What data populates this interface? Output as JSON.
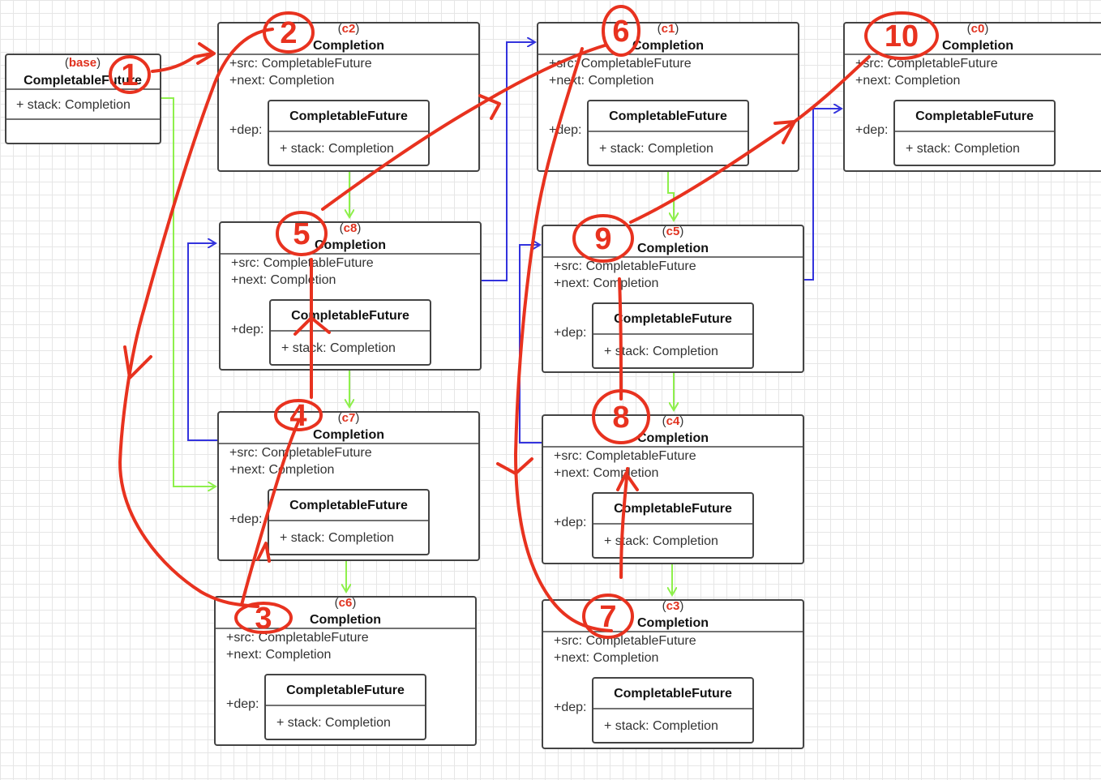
{
  "colors": {
    "class_title": "#e0321f",
    "box_border": "#444444",
    "green_arrow": "#8ef04c",
    "blue_arrow": "#3333dd",
    "red_ink": "#e8321f",
    "grid": "#e6e6e6"
  },
  "base": {
    "tag": "base",
    "name": "CompletableFuture",
    "field": "+ stack: Completion"
  },
  "nodes": [
    {
      "id": "c2",
      "tag": "c2",
      "name": "Completion",
      "src": "+src: CompletableFuture",
      "next": "+next: Completion",
      "dep": "+dep:",
      "inner_name": "CompletableFuture",
      "inner_field": "+ stack: Completion",
      "step": "2"
    },
    {
      "id": "c1",
      "tag": "c1",
      "name": "Completion",
      "src": "+src: CompletableFuture",
      "next": "+next: Completion",
      "dep": "+dep:",
      "inner_name": "CompletableFuture",
      "inner_field": "+ stack: Completion",
      "step": "6"
    },
    {
      "id": "c0",
      "tag": "c0",
      "name": "Completion",
      "src": "+src: CompletableFuture",
      "next": "+next: Completion",
      "dep": "+dep:",
      "inner_name": "CompletableFuture",
      "inner_field": "+ stack: Completion",
      "step": "10"
    },
    {
      "id": "c8",
      "tag": "c8",
      "name": "Completion",
      "src": "+src: CompletableFuture",
      "next": "+next: Completion",
      "dep": "+dep:",
      "inner_name": "CompletableFuture",
      "inner_field": "+ stack: Completion",
      "step": "5"
    },
    {
      "id": "c5",
      "tag": "c5",
      "name": "Completion",
      "src": "+src: CompletableFuture",
      "next": "+next: Completion",
      "dep": "+dep:",
      "inner_name": "CompletableFuture",
      "inner_field": "+ stack: Completion",
      "step": "9"
    },
    {
      "id": "c7",
      "tag": "c7",
      "name": "Completion",
      "src": "+src: CompletableFuture",
      "next": "+next: Completion",
      "dep": "+dep:",
      "inner_name": "CompletableFuture",
      "inner_field": "+ stack: Completion",
      "step": "4"
    },
    {
      "id": "c4",
      "tag": "c4",
      "name": "Completion",
      "src": "+src: CompletableFuture",
      "next": "+next: Completion",
      "dep": "+dep:",
      "inner_name": "CompletableFuture",
      "inner_field": "+ stack: Completion",
      "step": "8"
    },
    {
      "id": "c6",
      "tag": "c6",
      "name": "Completion",
      "src": "+src: CompletableFuture",
      "next": "+next: Completion",
      "dep": "+dep:",
      "inner_name": "CompletableFuture",
      "inner_field": "+ stack: Completion",
      "step": "3"
    },
    {
      "id": "c3",
      "tag": "c3",
      "name": "Completion",
      "src": "+src: CompletableFuture",
      "next": "+next: Completion",
      "dep": "+dep:",
      "inner_name": "CompletableFuture",
      "inner_field": "+ stack: Completion",
      "step": "7"
    }
  ],
  "base_step": "1"
}
